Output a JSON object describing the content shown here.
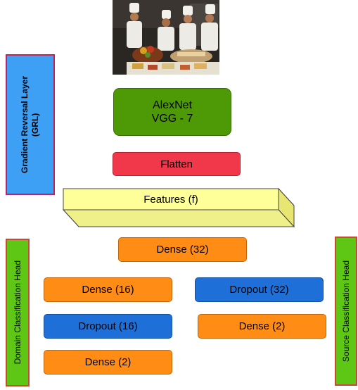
{
  "nodes": {
    "backbone": {
      "line1": "AlexNet",
      "line2": "VGG - 7"
    },
    "flatten": "Flatten",
    "features": "Features (f)",
    "dense_shared": "Dense (32)",
    "domain_head": {
      "label": "Domain Classification Head",
      "dense_16": "Dense (16)",
      "dropout_16": "Dropout (16)",
      "dense_2": "Dense (2)"
    },
    "source_head": {
      "label": "Source Classification Head",
      "dropout_32": "Dropout (32)",
      "dense_2": "Dense (2)"
    },
    "grl": {
      "line1": "Gradient Reversal Layer",
      "line2": "(GRL)"
    }
  },
  "input_image": "photo of four chefs in white uniforms behind a food display",
  "colors": {
    "dense": "#ff8c14",
    "dropout": "#1f6fd8",
    "backbone": "#4e9a06",
    "flatten": "#f0384a",
    "features": "#ffff99",
    "grl": "#3ea0f5",
    "head_label": "#5ec615",
    "head_border": "#d0443a"
  }
}
